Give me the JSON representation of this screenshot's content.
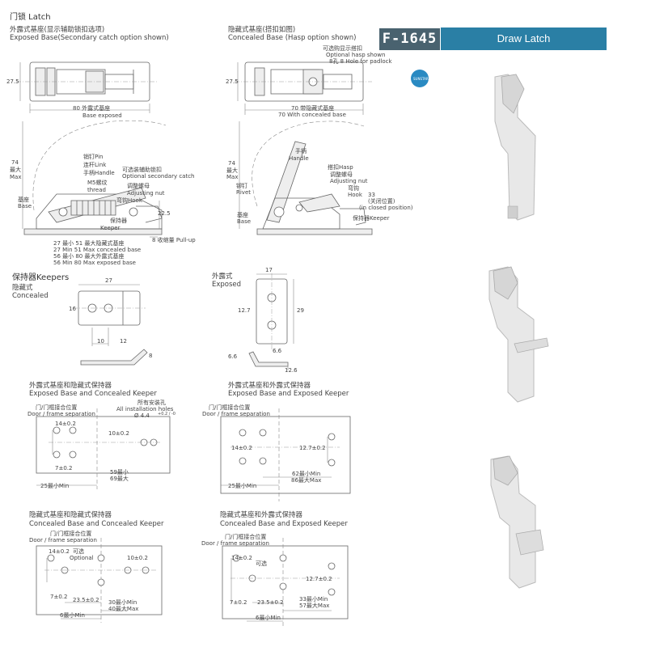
{
  "header": {
    "product_code": "F-1645",
    "product_name": "Draw Latch",
    "logo_text": "SUNSTAR"
  },
  "top_left": {
    "section_title": "门锁 Latch",
    "title_cn": "外露式基座(显示辅助锁扣选项)",
    "title_en": "Exposed Base(Secondary catch option shown)",
    "dims": {
      "height": "27.5",
      "base_cn": "80 外露式基座",
      "base_en": "Base exposed",
      "max_height": "74",
      "max_cn": "最大",
      "max_en": "Max",
      "pullup": "22.5",
      "pullup_label": "8 收缩量 Pull-up"
    },
    "labels": {
      "pin": "销钉Pin",
      "link": "连杆Link",
      "handle": "手柄Handle",
      "thread": "M5螺纹",
      "thread_en": "thread",
      "secondary_cn": "可选装辅助锁扣",
      "secondary_en": "Optional secondary catch",
      "adjust_cn": "调整螺母",
      "adjust_en": "Adjusting nut",
      "hook": "弯钩Hook",
      "base_cn": "基座",
      "base_en": "Base",
      "keeper_cn": "保持器",
      "keeper_en": "Keeper"
    },
    "notes": [
      "27 最小 51 最大隐藏式基座",
      "27 Min 51 Max concealed base",
      "56 最小 80 最大外露式基座",
      "56 Min 80 Max exposed base"
    ]
  },
  "top_right": {
    "title_cn": "隐藏式基座(搭扣如图)",
    "title_en": "Concealed Base (Hasp option shown)",
    "dims": {
      "height": "27.5",
      "base_cn": "70 带隐藏式基座",
      "base_en": "70 With concealed base",
      "max_height": "74",
      "max_cn": "最大",
      "max_en": "Max",
      "closed": "33",
      "closed_cn": "(关闭位置)",
      "closed_en": "(in closed position)"
    },
    "labels": {
      "hasp_cn": "可选购显示搭扣",
      "hasp_en": "Optional hasp shown",
      "padlock": "8孔 8 Hole for padlock",
      "handle_cn": "手柄",
      "handle_en": "Handle",
      "hasp": "搭扣Hasp",
      "adjust_cn": "调整螺母",
      "adjust_en": "Adjusting nut",
      "hook_cn": "弯钩",
      "hook_en": "Hook",
      "rivet_cn": "铆钉",
      "rivet_en": "Rivet",
      "base_cn": "基座",
      "base_en": "Base",
      "keeper": "保持器Keeper"
    }
  },
  "keepers": {
    "title": "保持器Keepers",
    "concealed": {
      "title_cn": "隐藏式",
      "title_en": "Concealed",
      "w": "27",
      "h": "16",
      "hole_gap": "10",
      "edge": "12",
      "depth": "8"
    },
    "exposed": {
      "title_cn": "外露式",
      "title_en": "Exposed",
      "w": "17",
      "hole_gap": "12.7",
      "len": "29",
      "off": "6.6",
      "lip": "6.6",
      "depth": "12.6"
    }
  },
  "mount1": {
    "title_cn": "外露式基座和隐藏式保持器",
    "title_en": "Exposed Base and Concealed Keeper",
    "sep_cn": "门/门框接合位置",
    "sep_en": "Door / frame separation",
    "holes_cn": "所有安装孔",
    "holes_en": "All installation holes",
    "hole_dia": "Ø 4.4",
    "hole_tol": "+0.2 / -0",
    "d1": "14±0.2",
    "d2": "10±0.2",
    "d3": "7±0.2",
    "d4": "59最小",
    "d5": "69最大",
    "d6": "25最小Min"
  },
  "mount2": {
    "title_cn": "外露式基座和外露式保持器",
    "title_en": "Exposed Base and Exposed Keeper",
    "sep_cn": "门/门框接合位置",
    "sep_en": "Door / frame separation",
    "d1": "14±0.2",
    "d2": "12.7±0.2",
    "d3": "62最小Min",
    "d4": "86最大Max",
    "d5": "25最小Min"
  },
  "mount3": {
    "title_cn": "隐藏式基座和隐藏式保持器",
    "title_en": "Concealed Base and Concealed Keeper",
    "sep_cn": "门/门框接合位置",
    "sep_en": "Door / frame separation",
    "d1": "14±0.2",
    "opt_cn": "可选",
    "opt_en": "Optional",
    "d2": "10±0.2",
    "d3": "7±0.2",
    "d4": "23.5±0.2",
    "d5": "30最小Min",
    "d6": "40最大Max",
    "d7": "6最小Min"
  },
  "mount4": {
    "title_cn": "隐藏式基座和外露式保持器",
    "title_en": "Concealed Base and Exposed Keeper",
    "sep_cn": "门/门框接合位置",
    "sep_en": "Door / frame separation",
    "d1": "14±0.2",
    "opt_cn": "可选",
    "d2": "12.7±0.2",
    "d3": "7±0.2",
    "d4": "23.5±0.2",
    "d5": "33最小Min",
    "d6": "57最大Max",
    "d7": "6最小Min"
  }
}
